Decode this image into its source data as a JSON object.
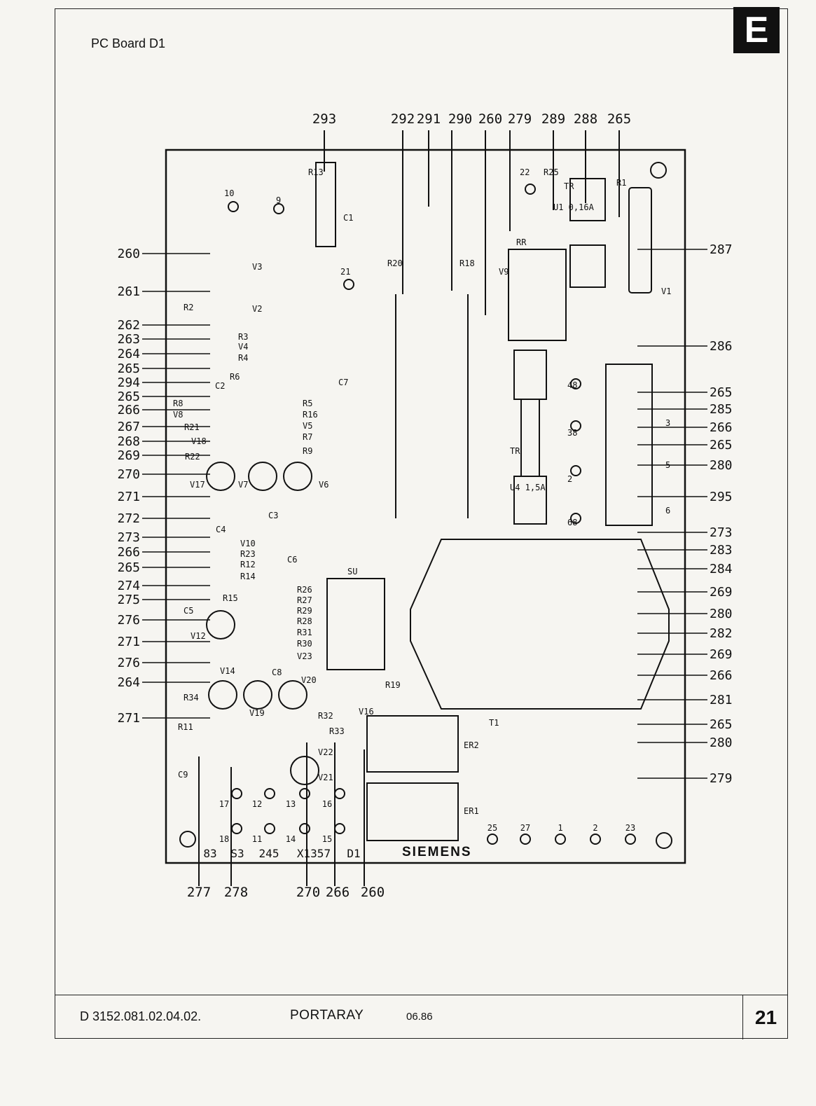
{
  "header": {
    "title": "PC Board D1",
    "section_tab": "E"
  },
  "footer": {
    "doc_code": "D 3152.081.02.04.02.",
    "product": "PORTARAY",
    "date": "06.86",
    "page_number": "21"
  },
  "diagram": {
    "board_brand": "SIEMENS",
    "callouts_top": [
      "293",
      "292",
      "291",
      "290",
      "260",
      "279",
      "289",
      "288",
      "265"
    ],
    "callouts_left": [
      "260",
      "261",
      "262",
      "263",
      "264",
      "265",
      "294",
      "265",
      "266",
      "267",
      "268",
      "269",
      "270",
      "271",
      "272",
      "273",
      "266",
      "265",
      "274",
      "275",
      "276",
      "271",
      "276",
      "264",
      "271"
    ],
    "callouts_right": [
      "287",
      "286",
      "265",
      "285",
      "266",
      "265",
      "280",
      "295",
      "273",
      "283",
      "284",
      "269",
      "280",
      "282",
      "269",
      "266",
      "281",
      "265",
      "280",
      "279"
    ],
    "callouts_bottom": [
      "277",
      "278",
      "270",
      "266",
      "260"
    ],
    "component_labels": [
      "R13",
      "C1",
      "R20",
      "R18",
      "V9",
      "R25",
      "TR",
      "R1",
      "V1",
      "U1 0,16A",
      "RR",
      "V3",
      "V2",
      "R2",
      "R3",
      "V4",
      "R4",
      "C2",
      "R6",
      "C7",
      "R8",
      "V8",
      "R21",
      "V18",
      "R22",
      "R5",
      "R16",
      "V5",
      "R7",
      "R9",
      "V17",
      "V7",
      "V6",
      "C3",
      "C4",
      "V10",
      "R23",
      "R12",
      "R14",
      "C6",
      "SU",
      "R26",
      "R27",
      "R29",
      "R28",
      "R31",
      "R30",
      "V23",
      "R15",
      "C5",
      "V12",
      "C8",
      "V14",
      "V19",
      "V20",
      "R34",
      "R19",
      "V16",
      "R11",
      "R32",
      "R33",
      "V22",
      "V21",
      "C9",
      "T1",
      "ER2",
      "ER1",
      "TR",
      "U4 1,5A",
      "48",
      "38",
      "2",
      "68",
      "3",
      "5",
      "6",
      "22",
      "21",
      "10",
      "9"
    ],
    "pad_labels": [
      "17",
      "12",
      "13",
      "16",
      "18",
      "11",
      "14",
      "15",
      "25",
      "27",
      "1",
      "2",
      "23"
    ],
    "bottom_pin_labels": [
      "83",
      "S3",
      "245",
      "X1357",
      "D1"
    ]
  }
}
